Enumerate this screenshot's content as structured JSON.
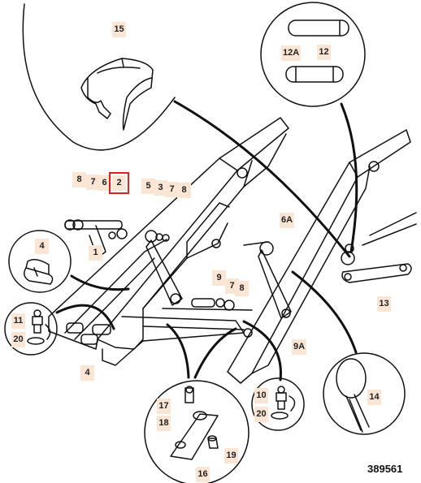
{
  "figure_code": "389561",
  "selected_callout": "2",
  "callouts": {
    "c15": "15",
    "c12a": "12A",
    "c12": "12",
    "c8a": "8",
    "c7a": "7",
    "c6": "6",
    "c2": "2",
    "c5": "5",
    "c3": "3",
    "c7b": "7",
    "c8b": "8",
    "c1": "1",
    "c4a": "4",
    "c11": "11",
    "c20a": "20",
    "c4b": "4",
    "c6a": "6A",
    "c9": "9",
    "c7c": "7",
    "c8c": "8",
    "c13": "13",
    "c9a": "9A",
    "c17": "17",
    "c18": "18",
    "c16": "16",
    "c19": "19",
    "c10": "10",
    "c20b": "20",
    "c14": "14"
  }
}
